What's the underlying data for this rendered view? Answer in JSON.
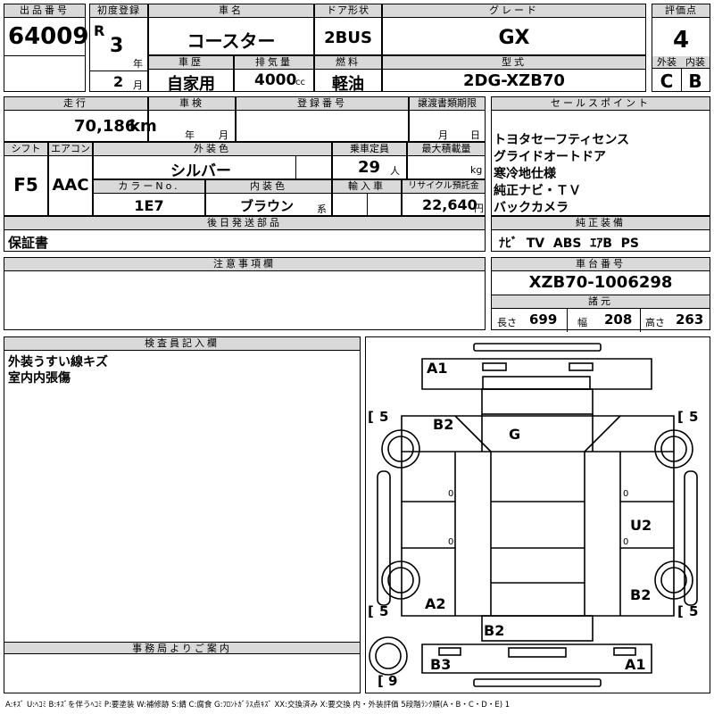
{
  "header": {
    "lot_label": "出品番号",
    "lot_number": "64009",
    "first_reg_label": "初度登録",
    "era": "R",
    "year_value": "3",
    "year_unit": "年",
    "month_value": "2",
    "month_unit": "月",
    "car_name_label": "車名",
    "car_name": "コースター",
    "door_label": "ドア形状",
    "door": "2BUS",
    "grade_label": "グレード",
    "grade": "GX",
    "score_label": "評価点",
    "score": "4",
    "history_label": "車歴",
    "history": "自家用",
    "displacement_label": "排気量",
    "displacement": "4000",
    "displacement_unit": "cc",
    "fuel_label": "燃料",
    "fuel": "軽油",
    "model_label": "型式",
    "model": "2DG-XZB70",
    "exterior_label": "外装",
    "exterior_grade": "C",
    "interior_label": "内装",
    "interior_grade": "B"
  },
  "specs": {
    "mileage_label": "走行",
    "mileage": "70,186",
    "mileage_unit": "km",
    "inspection_label": "車検",
    "inspection_year_unit": "年",
    "inspection_month_unit": "月",
    "reg_number_label": "登録番号",
    "transfer_label": "譲渡書類期限",
    "transfer_month_unit": "月",
    "transfer_day_unit": "日",
    "shift_label": "シフト",
    "shift": "F5",
    "ac_label": "エアコン",
    "ac": "AAC",
    "color_label": "外装色",
    "color": "シルバー",
    "capacity_label": "乗車定員",
    "capacity": "29",
    "capacity_unit": "人",
    "load_label": "最大積載量",
    "load_unit": "kg",
    "color_no_label": "カラーNo.",
    "color_no": "1E7",
    "interior_color_label": "内装色",
    "interior_color": "ブラウン",
    "interior_color_suffix": "系",
    "import_label": "輸入車",
    "recycle_label": "リサイクル預託金",
    "recycle": "22,640",
    "recycle_unit": "円",
    "later_parts_label": "後日発送部品",
    "later_parts": "保証書"
  },
  "sales": {
    "label": "セールスポイント",
    "points": [
      "トヨタセーフティセンス",
      "グライドオートドア",
      "寒冷地仕様",
      "純正ナビ・ＴＶ",
      "バックカメラ"
    ],
    "equipment_label": "純正装備",
    "equipment": "ﾅﾋﾞ  TV  ABS  ｴｱB  PS"
  },
  "notes": {
    "caution_label": "注意事項欄",
    "chassis_label": "車台番号",
    "chassis": "XZB70-1006298",
    "dims_label": "諸元",
    "length_label": "長さ",
    "length": "699",
    "width_label": "幅",
    "width": "208",
    "height_label": "高さ",
    "height": "263",
    "inspector_label": "検査員記入欄",
    "inspector_lines": [
      "外装うすい線キズ",
      "室内内張傷"
    ],
    "office_label": "事務局よりご案内"
  },
  "diagram": {
    "marks": {
      "front": "A1",
      "left_front": "B2",
      "windshield": "G",
      "right_side": "U2",
      "left_rear": "A2",
      "right_rear": "B2",
      "rear_top": "B2",
      "rear_left": "B3",
      "rear_right": "A1"
    },
    "tires": {
      "front_left": "5",
      "front_right": "5",
      "rear_left": "5",
      "rear_right": "5",
      "spare": "9"
    },
    "zero_marks": [
      "0",
      "0",
      "0",
      "0"
    ]
  },
  "legend": "A:ｷｽﾞ U:ﾍｺﾐ B:ｷｽﾞを伴うﾍｺﾐ P:要塗装 W:補修跡 S:錆 C:腐食 G:ﾌﾛﾝﾄｶﾞﾗｽ点ｷｽﾞ XX:交換済み X:要交換  内・外装評価 5段階ﾗﾝｸ順(A・B・C・D・E) 1"
}
